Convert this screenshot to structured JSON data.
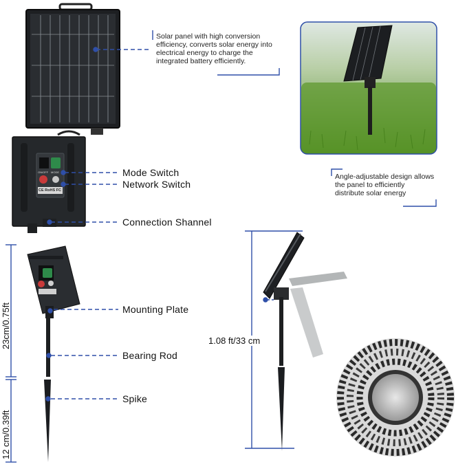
{
  "callouts": {
    "solar_panel": "Solar panel with high conversion efficiency, converts solar energy into electrical energy to charge the integrated battery efficiently.",
    "angle_adjustable": "Angle-adjustable design allows the panel to efficiently distribute solar energy"
  },
  "labels": {
    "mode_switch": "Mode Switch",
    "network_switch": "Network Switch",
    "connection": "Connection Shannel",
    "mounting_plate": "Mounting Plate",
    "bearing_rod": "Bearing Rod",
    "spike": "Spike"
  },
  "dimensions": {
    "upper_height": "23cm/0.75ft",
    "lower_height": "12 cm/0.39ft",
    "total_height": "1.08 ft/33 cm"
  },
  "device_text": {
    "onoff": "ON/OFF",
    "mode": "MODE",
    "certs": "CE RoHS FC"
  },
  "colors": {
    "accent_blue": "#2f4fa8",
    "panel_dark": "#1b1d20",
    "grass": "#5f9a2e"
  }
}
